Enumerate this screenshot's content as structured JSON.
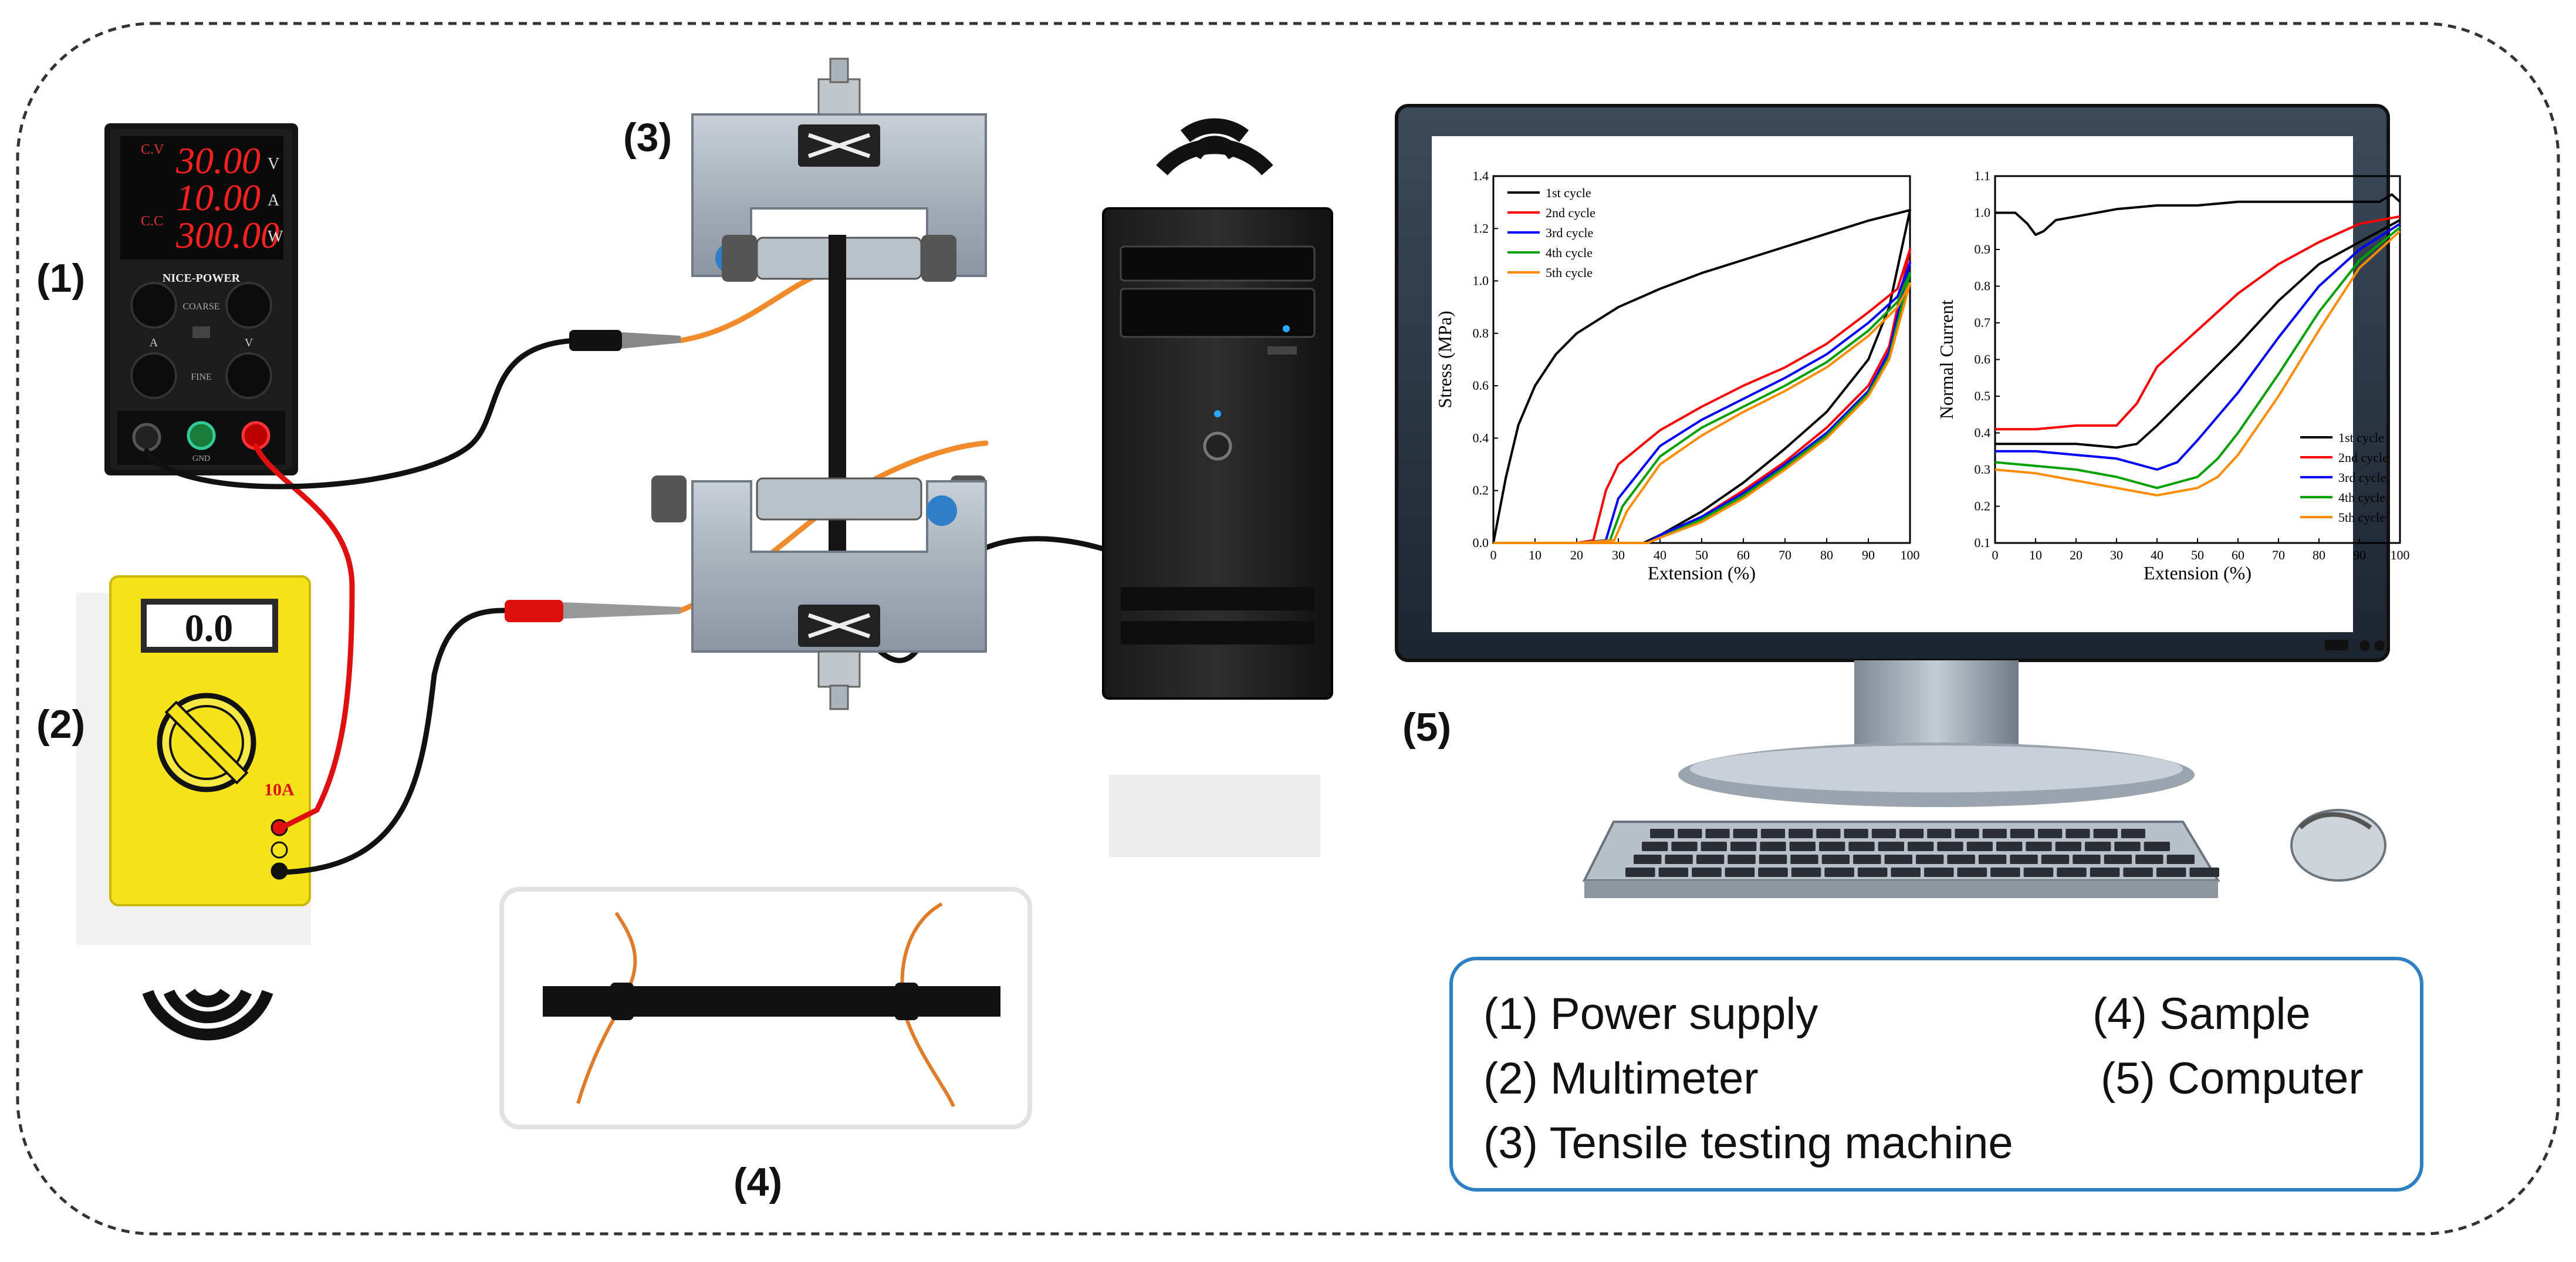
{
  "labels": {
    "l1": "(1)",
    "l2": "(2)",
    "l3": "(3)",
    "l4": "(4)",
    "l5": "(5)"
  },
  "power_supply": {
    "voltage": "30.00",
    "current": "10.00",
    "power": "300.00",
    "unit_v": "V",
    "unit_a": "A",
    "unit_w": "W",
    "cv": "C.V",
    "cc": "C.C",
    "brand": "NICE-POWER",
    "coarse": "COARSE",
    "fine": "FINE",
    "knob_a": "A",
    "knob_v": "V",
    "gnd": "GND"
  },
  "multimeter": {
    "display": "0.0",
    "range_label": "10A"
  },
  "legend": {
    "item1": "(1) Power supply",
    "item2": "(2) Multimeter",
    "item3": "(3) Tensile testing machine",
    "item4": "(4) Sample",
    "item5": "(5) Computer"
  },
  "colors": {
    "frame_border": "#333333",
    "legend_border": "#2f7fc4",
    "wire_red": "#e01010",
    "wire_black": "#111111",
    "wire_orange": "#f08a2a",
    "multimeter_body": "#f5e21a",
    "clamp_gray": "#a9b3bd"
  },
  "chart_data": [
    {
      "type": "line",
      "xlabel": "Extension (%)",
      "ylabel": "Stress (MPa)",
      "xlim": [
        0,
        100
      ],
      "ylim": [
        0,
        1.4
      ],
      "xticks": [
        0,
        10,
        20,
        30,
        40,
        50,
        60,
        70,
        80,
        90,
        100
      ],
      "yticks": [
        0.0,
        0.2,
        0.4,
        0.6,
        0.8,
        1.0,
        1.2,
        1.4
      ],
      "legend_position": "top-left",
      "series": [
        {
          "name": "1st cycle",
          "color": "#000000",
          "x": [
            0,
            3,
            6,
            10,
            15,
            20,
            30,
            40,
            50,
            60,
            70,
            80,
            90,
            100,
            95,
            90,
            80,
            70,
            60,
            50,
            40,
            36,
            30,
            20,
            10,
            0
          ],
          "y": [
            0,
            0.25,
            0.45,
            0.6,
            0.72,
            0.8,
            0.9,
            0.97,
            1.03,
            1.08,
            1.13,
            1.18,
            1.23,
            1.27,
            0.9,
            0.7,
            0.5,
            0.36,
            0.23,
            0.12,
            0.03,
            0,
            0,
            0,
            0,
            0
          ]
        },
        {
          "name": "2nd cycle",
          "color": "#ff0000",
          "x": [
            0,
            10,
            20,
            24,
            27,
            30,
            40,
            50,
            60,
            70,
            80,
            90,
            97,
            100,
            95,
            90,
            80,
            70,
            60,
            50,
            40,
            37,
            30,
            20,
            10,
            0
          ],
          "y": [
            0,
            0,
            0,
            0.01,
            0.2,
            0.3,
            0.43,
            0.52,
            0.6,
            0.67,
            0.76,
            0.88,
            0.97,
            1.12,
            0.75,
            0.6,
            0.44,
            0.31,
            0.2,
            0.1,
            0.03,
            0,
            0,
            0,
            0,
            0
          ]
        },
        {
          "name": "3rd cycle",
          "color": "#0000ff",
          "x": [
            0,
            10,
            20,
            27,
            30,
            40,
            50,
            60,
            70,
            80,
            90,
            97,
            100,
            95,
            90,
            80,
            70,
            60,
            50,
            40,
            37,
            30,
            20,
            10,
            0
          ],
          "y": [
            0,
            0,
            0,
            0.01,
            0.17,
            0.37,
            0.47,
            0.55,
            0.63,
            0.72,
            0.84,
            0.94,
            1.07,
            0.73,
            0.58,
            0.42,
            0.3,
            0.19,
            0.1,
            0.03,
            0,
            0,
            0,
            0,
            0
          ]
        },
        {
          "name": "4th cycle",
          "color": "#00a000",
          "x": [
            0,
            10,
            20,
            28,
            31,
            40,
            50,
            60,
            70,
            80,
            90,
            97,
            100,
            95,
            90,
            80,
            70,
            60,
            50,
            40,
            37,
            30,
            20,
            10,
            0
          ],
          "y": [
            0,
            0,
            0,
            0.01,
            0.14,
            0.33,
            0.44,
            0.52,
            0.6,
            0.69,
            0.81,
            0.92,
            1.03,
            0.71,
            0.57,
            0.41,
            0.29,
            0.18,
            0.09,
            0.02,
            0,
            0,
            0,
            0,
            0
          ]
        },
        {
          "name": "5th cycle",
          "color": "#ff8c00",
          "x": [
            0,
            10,
            20,
            29,
            32,
            40,
            50,
            60,
            70,
            80,
            90,
            97,
            100,
            95,
            90,
            80,
            70,
            60,
            50,
            40,
            37,
            30,
            20,
            10,
            0
          ],
          "y": [
            0,
            0,
            0,
            0.01,
            0.12,
            0.3,
            0.41,
            0.5,
            0.58,
            0.67,
            0.79,
            0.9,
            0.99,
            0.7,
            0.56,
            0.4,
            0.28,
            0.17,
            0.08,
            0.02,
            0,
            0,
            0,
            0,
            0
          ]
        }
      ]
    },
    {
      "type": "line",
      "xlabel": "Extension (%)",
      "ylabel": "Normal Current",
      "xlim": [
        0,
        100
      ],
      "ylim": [
        0.1,
        1.1
      ],
      "xticks": [
        0,
        10,
        20,
        30,
        40,
        50,
        60,
        70,
        80,
        90,
        100
      ],
      "yticks": [
        0.1,
        0.2,
        0.3,
        0.4,
        0.5,
        0.6,
        0.7,
        0.8,
        0.9,
        1.0,
        1.1
      ],
      "legend_position": "bottom-right",
      "series": [
        {
          "name": "1st cycle",
          "color": "#000000",
          "x": [
            0,
            5,
            8,
            10,
            12,
            15,
            20,
            30,
            40,
            50,
            60,
            70,
            80,
            90,
            95,
            98,
            100
          ],
          "y": [
            1.0,
            1.0,
            0.97,
            0.94,
            0.95,
            0.98,
            0.99,
            1.01,
            1.02,
            1.02,
            1.03,
            1.03,
            1.03,
            1.03,
            1.03,
            1.05,
            1.03
          ]
        },
        {
          "name": "1st cycle",
          "color": "#000000",
          "x": [
            0,
            10,
            20,
            30,
            35,
            40,
            50,
            60,
            70,
            80,
            90,
            100
          ],
          "y": [
            0.37,
            0.37,
            0.37,
            0.36,
            0.37,
            0.42,
            0.53,
            0.64,
            0.76,
            0.86,
            0.92,
            0.98
          ]
        },
        {
          "name": "2nd cycle",
          "color": "#ff0000",
          "x": [
            0,
            10,
            20,
            30,
            35,
            40,
            50,
            60,
            70,
            80,
            90,
            100
          ],
          "y": [
            0.41,
            0.41,
            0.42,
            0.42,
            0.48,
            0.58,
            0.68,
            0.78,
            0.86,
            0.92,
            0.97,
            0.99
          ]
        },
        {
          "name": "3rd cycle",
          "color": "#0000ff",
          "x": [
            0,
            10,
            20,
            30,
            40,
            45,
            50,
            60,
            70,
            80,
            90,
            100
          ],
          "y": [
            0.35,
            0.35,
            0.34,
            0.33,
            0.3,
            0.32,
            0.38,
            0.51,
            0.66,
            0.8,
            0.9,
            0.97
          ]
        },
        {
          "name": "4th cycle",
          "color": "#00a000",
          "x": [
            0,
            10,
            20,
            30,
            40,
            50,
            55,
            60,
            70,
            80,
            90,
            100
          ],
          "y": [
            0.32,
            0.31,
            0.3,
            0.28,
            0.25,
            0.28,
            0.33,
            0.4,
            0.56,
            0.73,
            0.87,
            0.96
          ]
        },
        {
          "name": "5th cycle",
          "color": "#ff8c00",
          "x": [
            0,
            10,
            20,
            30,
            40,
            50,
            55,
            60,
            70,
            80,
            90,
            100
          ],
          "y": [
            0.3,
            0.29,
            0.27,
            0.25,
            0.23,
            0.25,
            0.28,
            0.34,
            0.5,
            0.68,
            0.85,
            0.95
          ]
        }
      ]
    }
  ]
}
